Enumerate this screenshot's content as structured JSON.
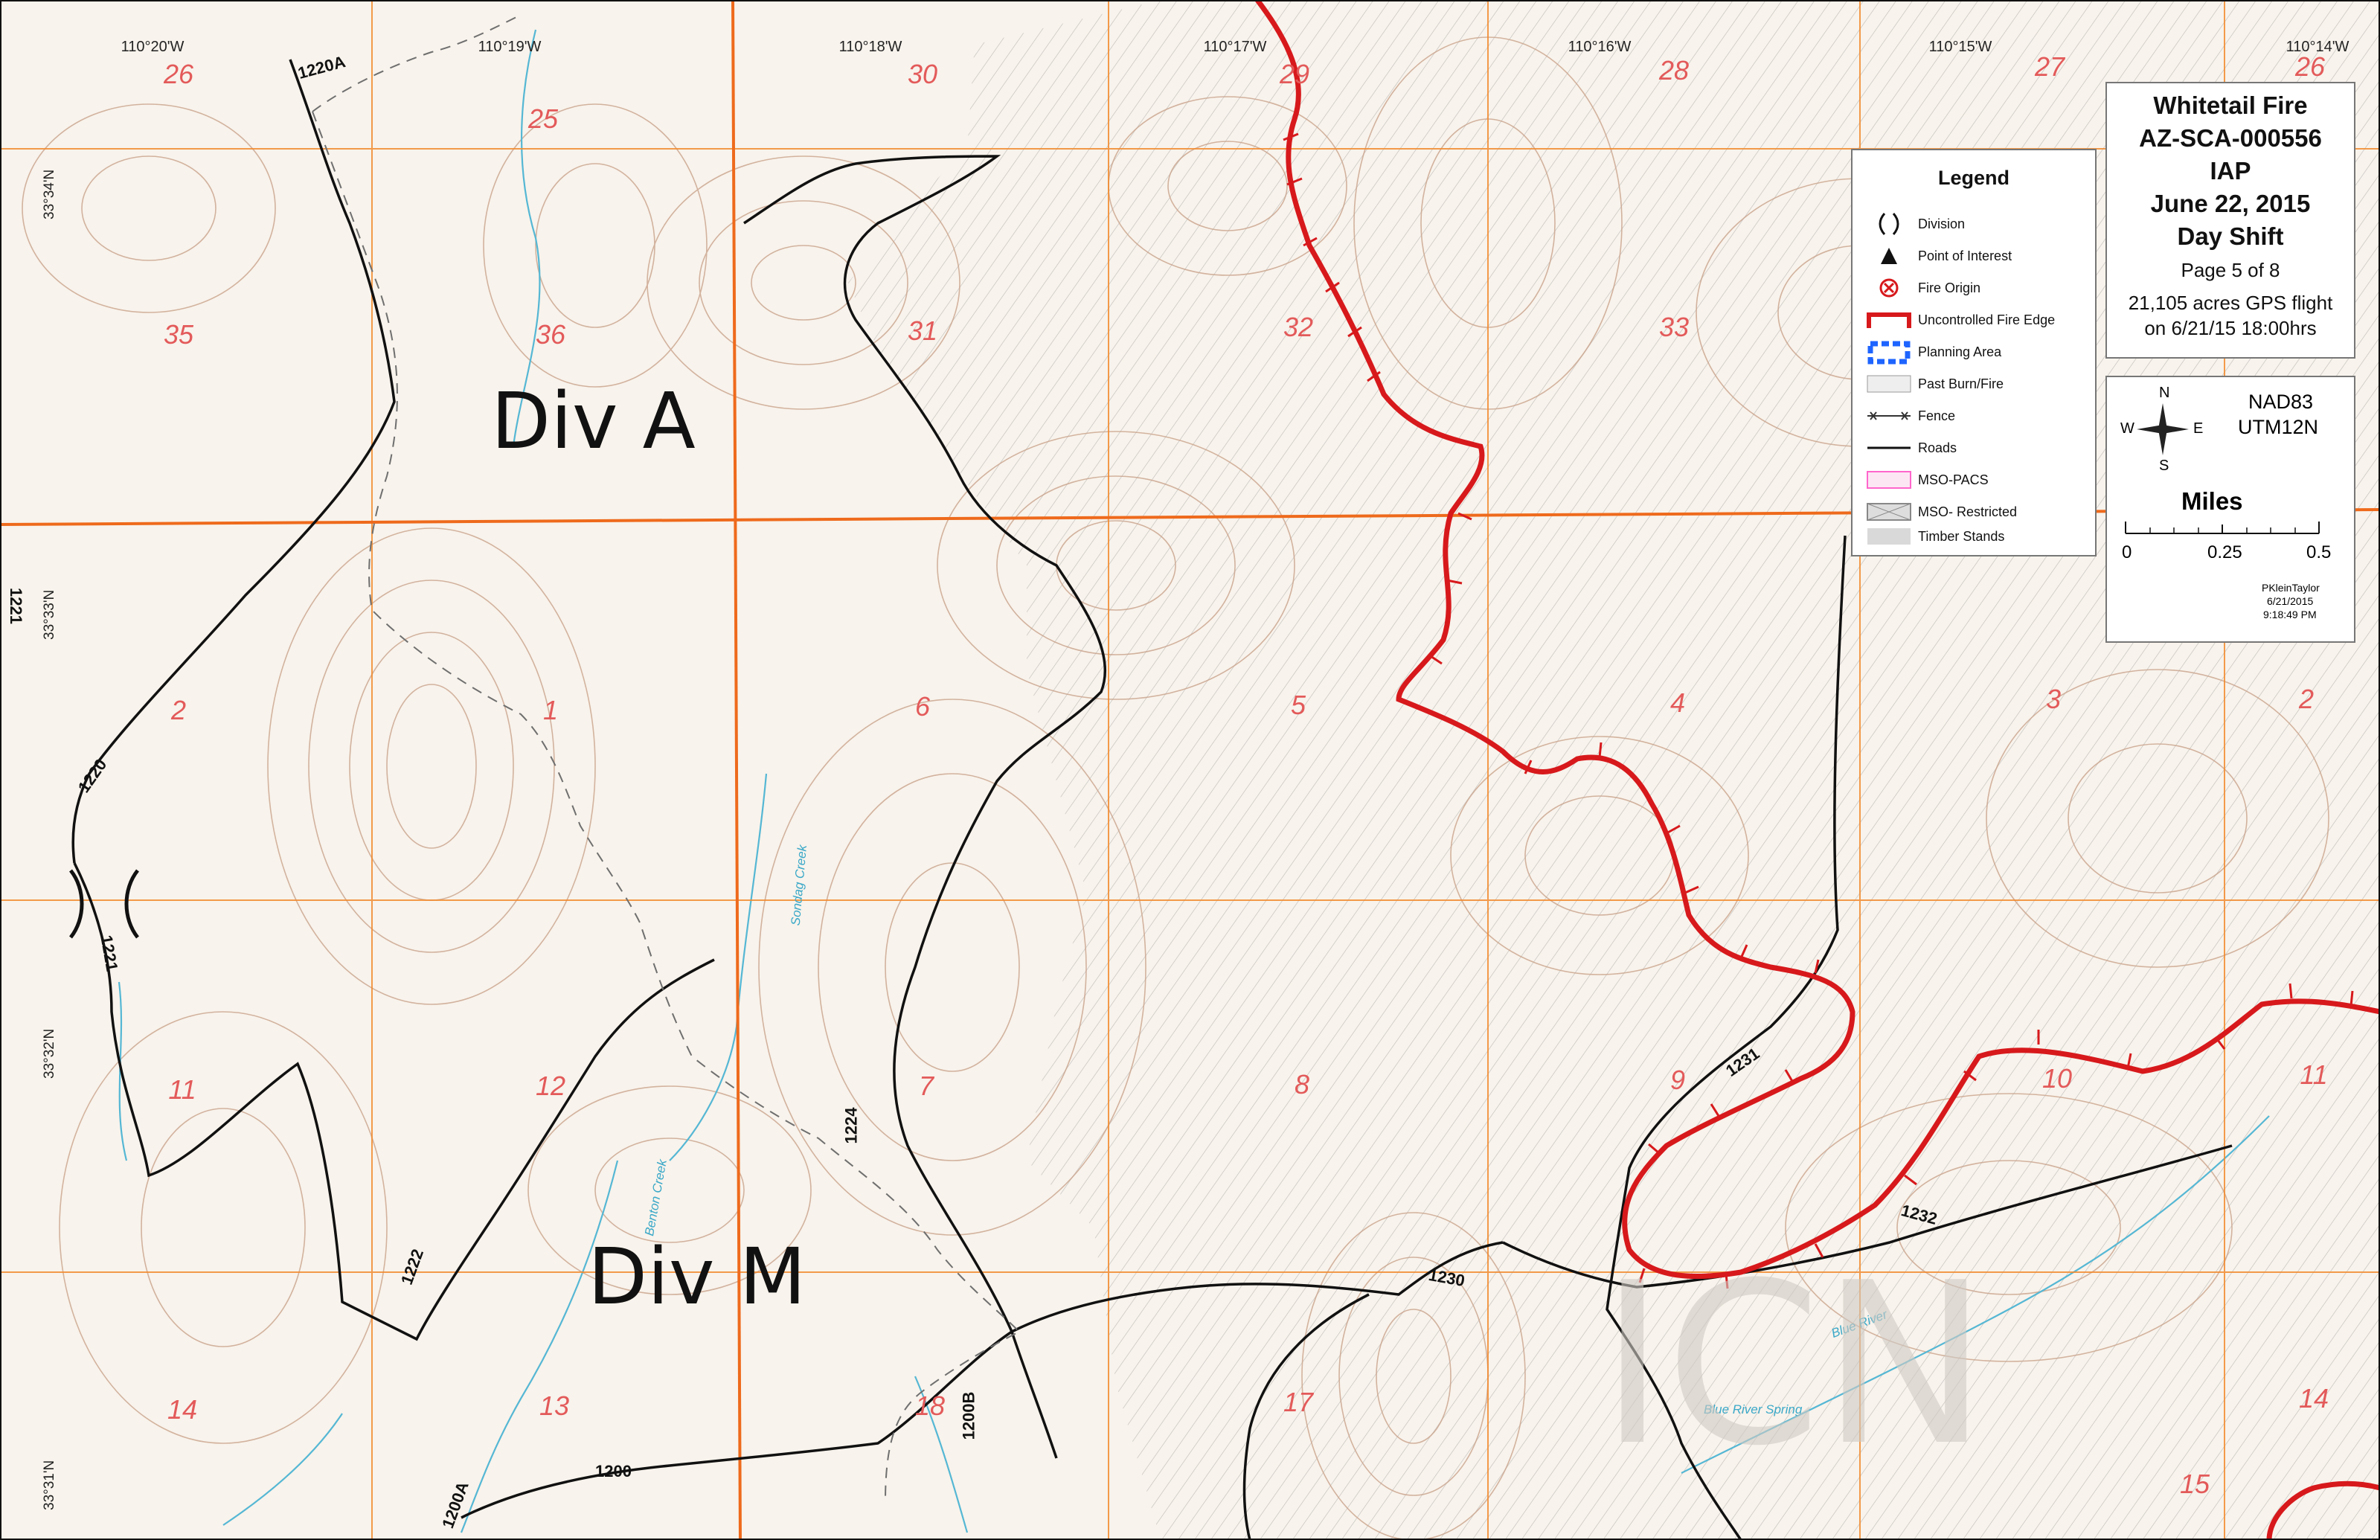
{
  "title": {
    "line1": "Whitetail Fire",
    "line2": "AZ-SCA-000556",
    "line3": "IAP",
    "line4": "June 22, 2015",
    "line5": "Day Shift",
    "page": "Page 5 of 8",
    "acres": "21,105 acres GPS flight",
    "flight": "on 6/21/15 18:00hrs"
  },
  "projection": {
    "datum": "NAD83",
    "zone": "UTM12N"
  },
  "compass": {
    "n": "N",
    "s": "S",
    "e": "E",
    "w": "W"
  },
  "scale": {
    "label": "Miles",
    "ticks": [
      "0",
      "0.25",
      "0.5"
    ]
  },
  "credit": {
    "author": "PKleinTaylor",
    "date": "6/21/2015",
    "time": "9:18:49 PM"
  },
  "legend": {
    "title": "Legend",
    "items": [
      {
        "label": "Division",
        "icon": "division-icon"
      },
      {
        "label": "Point of Interest",
        "icon": "triangle-icon"
      },
      {
        "label": "Fire Origin",
        "icon": "fire-origin-icon"
      },
      {
        "label": "Uncontrolled Fire Edge",
        "icon": "fire-edge-icon",
        "color": "#d7191c"
      },
      {
        "label": "Planning Area",
        "icon": "planning-area-icon",
        "color": "#1e64ff"
      },
      {
        "label": "Past Burn/Fire",
        "icon": "past-burn-icon"
      },
      {
        "label": "Fence",
        "icon": "fence-icon"
      },
      {
        "label": "Roads",
        "icon": "road-icon"
      },
      {
        "label": "MSO-PACS",
        "icon": "mso-pacs-icon",
        "color": "#ff66cc"
      },
      {
        "label": "MSO- Restricted",
        "icon": "mso-restricted-icon"
      },
      {
        "label": "Timber Stands",
        "icon": "timber-stand-icon"
      }
    ]
  },
  "longitudes": [
    "110°20'W",
    "110°19'W",
    "110°18'W",
    "110°17'W",
    "110°16'W",
    "110°15'W",
    "110°14'W"
  ],
  "latitudes": [
    "33°34'N",
    "33°33'N",
    "33°32'N",
    "33°31'N"
  ],
  "sections": [
    "26",
    "25",
    "30",
    "29",
    "28",
    "27",
    "26",
    "35",
    "36",
    "31",
    "32",
    "33",
    "2",
    "1",
    "6",
    "5",
    "4",
    "3",
    "2",
    "11",
    "12",
    "7",
    "8",
    "9",
    "10",
    "11",
    "14",
    "13",
    "18",
    "17",
    "14",
    "15"
  ],
  "divisions": [
    "Div A",
    "Div M"
  ],
  "roads": [
    "1220A",
    "1221",
    "1220",
    "1221",
    "1222",
    "1224",
    "1200",
    "1200A",
    "1200B",
    "1230",
    "1231",
    "1232"
  ],
  "streams": [
    "Blue River",
    "Blue River Spring",
    "Benton Creek",
    "Sondag Creek"
  ],
  "watermark": "ICN",
  "colors": {
    "fire_edge": "#d7191c",
    "grid": "#f28a2e",
    "contour": "#c9a28b",
    "stream": "#55b7d4",
    "road": "#111111"
  }
}
